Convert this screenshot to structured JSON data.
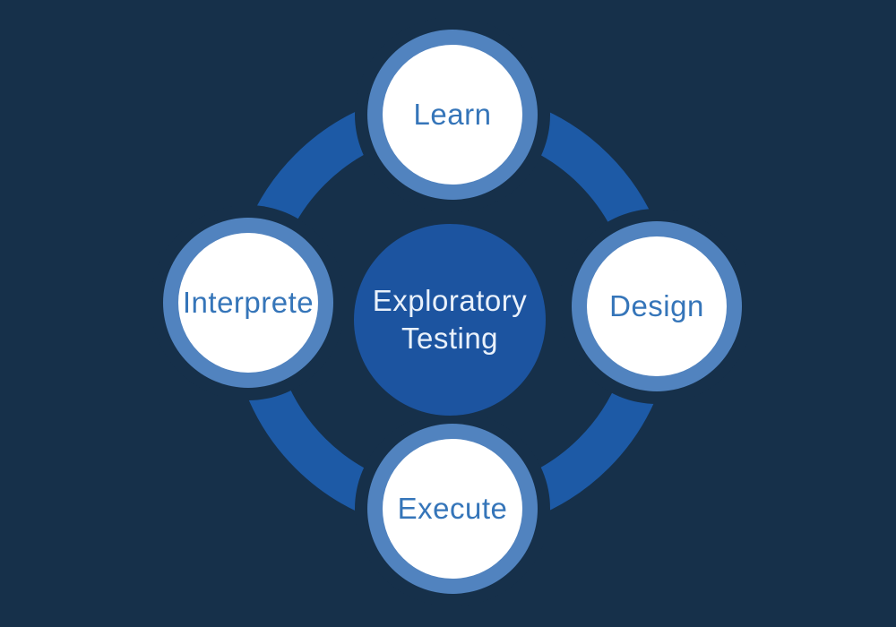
{
  "colors": {
    "background": "#16304a",
    "cycle_ring": "#1d5aa6",
    "center_fill": "#1c54a0",
    "node_ring": "#5183bf",
    "node_fill": "#ffffff",
    "node_label": "#3575b9",
    "center_label": "#e9f1fb"
  },
  "center": {
    "label": "Exploratory Testing"
  },
  "nodes": [
    {
      "id": "learn",
      "label": "Learn",
      "position": "top"
    },
    {
      "id": "design",
      "label": "Design",
      "position": "right"
    },
    {
      "id": "execute",
      "label": "Execute",
      "position": "bottom"
    },
    {
      "id": "interprete",
      "label": "Interprete",
      "position": "left"
    }
  ]
}
